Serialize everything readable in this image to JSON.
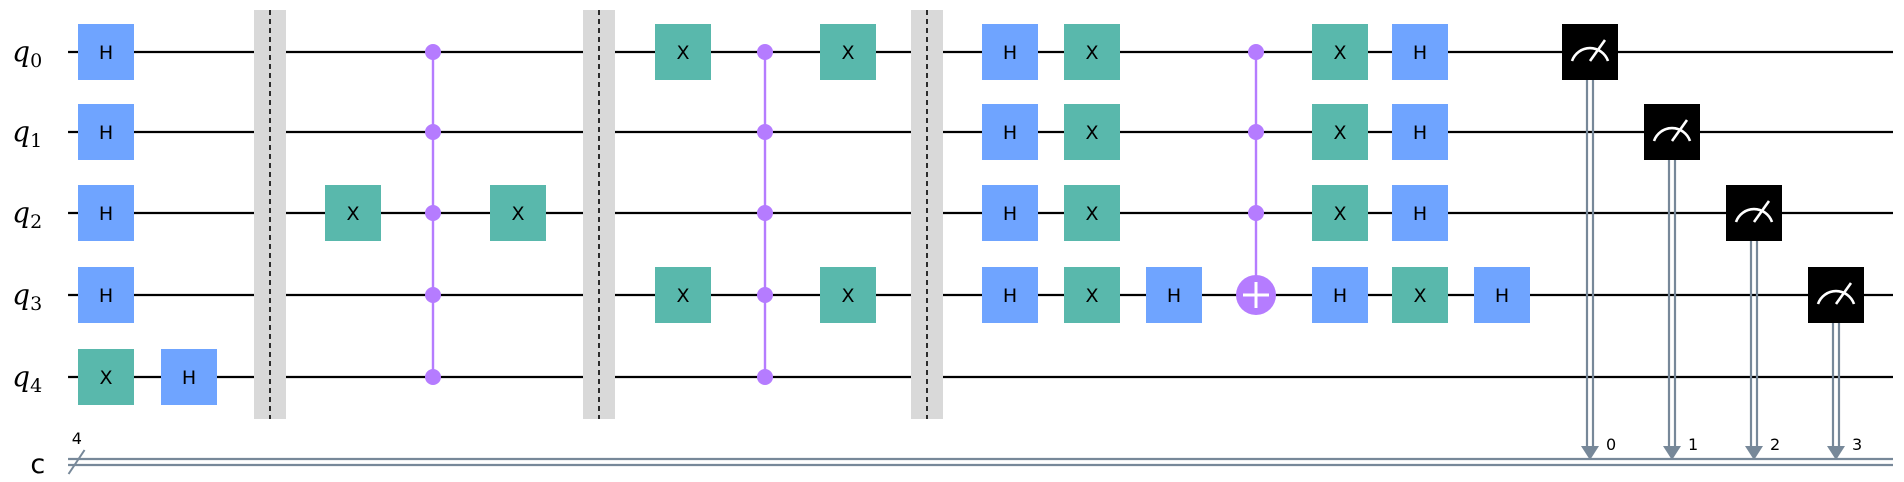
{
  "circuit": {
    "qubits": [
      {
        "name": "q",
        "index": "0"
      },
      {
        "name": "q",
        "index": "1"
      },
      {
        "name": "q",
        "index": "2"
      },
      {
        "name": "q",
        "index": "3"
      },
      {
        "name": "q",
        "index": "4"
      }
    ],
    "classical_register": {
      "name": "c",
      "size": "4"
    },
    "colors": {
      "h_gate": "#6fa4ff",
      "x_gate": "#59b8ac",
      "control": "#b57cff",
      "barrier": "#d9d9d9",
      "measure": "#000000",
      "classical_wire": "#778899",
      "wire": "#000000"
    },
    "columns": [
      {
        "gates": [
          {
            "type": "H",
            "qubit": 0
          },
          {
            "type": "H",
            "qubit": 1
          },
          {
            "type": "H",
            "qubit": 2
          },
          {
            "type": "H",
            "qubit": 3
          },
          {
            "type": "X",
            "qubit": 4
          }
        ]
      },
      {
        "gates": [
          {
            "type": "H",
            "qubit": 4
          }
        ]
      },
      {
        "barrier": true
      },
      {
        "gates": [
          {
            "type": "X",
            "qubit": 2
          }
        ]
      },
      {
        "multi_control": {
          "controls": [
            0,
            1,
            2,
            3,
            4
          ],
          "target": null
        }
      },
      {
        "gates": [
          {
            "type": "X",
            "qubit": 2
          }
        ]
      },
      {
        "barrier": true
      },
      {
        "gates": [
          {
            "type": "X",
            "qubit": 0
          },
          {
            "type": "X",
            "qubit": 3
          }
        ]
      },
      {
        "multi_control": {
          "controls": [
            0,
            1,
            2,
            3,
            4
          ],
          "target": null
        }
      },
      {
        "gates": [
          {
            "type": "X",
            "qubit": 0
          },
          {
            "type": "X",
            "qubit": 3
          }
        ]
      },
      {
        "barrier": true
      },
      {
        "gates": [
          {
            "type": "H",
            "qubit": 0
          },
          {
            "type": "H",
            "qubit": 1
          },
          {
            "type": "H",
            "qubit": 2
          },
          {
            "type": "H",
            "qubit": 3
          }
        ]
      },
      {
        "gates": [
          {
            "type": "X",
            "qubit": 0
          },
          {
            "type": "X",
            "qubit": 1
          },
          {
            "type": "X",
            "qubit": 2
          },
          {
            "type": "X",
            "qubit": 3
          }
        ]
      },
      {
        "gates": [
          {
            "type": "H",
            "qubit": 3
          }
        ]
      },
      {
        "multi_control": {
          "controls": [
            0,
            1,
            2
          ],
          "target": 3
        }
      },
      {
        "gates": [
          {
            "type": "X",
            "qubit": 0
          },
          {
            "type": "X",
            "qubit": 1
          },
          {
            "type": "X",
            "qubit": 2
          },
          {
            "type": "H",
            "qubit": 3
          }
        ]
      },
      {
        "gates": [
          {
            "type": "H",
            "qubit": 0
          },
          {
            "type": "H",
            "qubit": 1
          },
          {
            "type": "H",
            "qubit": 2
          },
          {
            "type": "X",
            "qubit": 3
          }
        ]
      },
      {
        "gates": [
          {
            "type": "H",
            "qubit": 3
          }
        ]
      }
    ],
    "measurements": [
      {
        "qubit": 0,
        "bit": "0"
      },
      {
        "qubit": 1,
        "bit": "1"
      },
      {
        "qubit": 2,
        "bit": "2"
      },
      {
        "qubit": 3,
        "bit": "3"
      }
    ]
  }
}
